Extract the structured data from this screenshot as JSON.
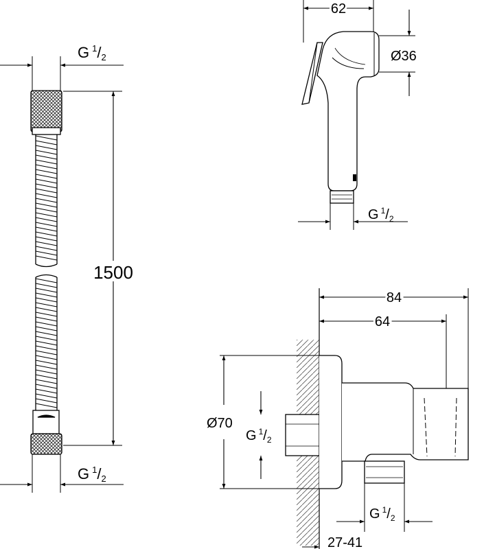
{
  "hose": {
    "length": "1500",
    "thread_top": {
      "letter": "G",
      "num": "1",
      "den": "2"
    },
    "thread_bottom": {
      "letter": "G",
      "num": "1",
      "den": "2"
    }
  },
  "handshower": {
    "width": "62",
    "diameter": "Ø36",
    "thread": {
      "letter": "G",
      "num": "1",
      "den": "2"
    }
  },
  "wall_elbow": {
    "overall_depth": "84",
    "depth": "64",
    "diameter": "Ø70",
    "inlet_thread": {
      "letter": "G",
      "num": "1",
      "den": "2"
    },
    "outlet_thread": {
      "letter": "G",
      "num": "1",
      "den": "2"
    },
    "adjust_range": "27-41"
  }
}
